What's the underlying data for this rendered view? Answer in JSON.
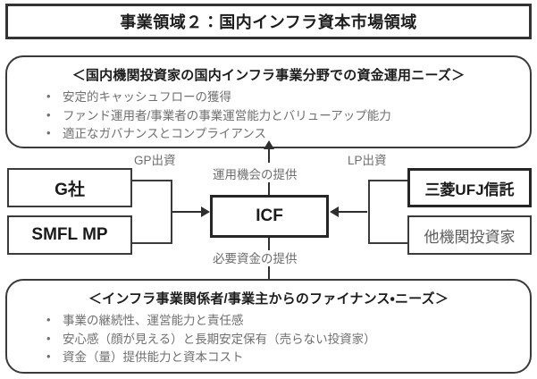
{
  "title": {
    "text": "事業領域２：国内インフラ資本市場領域"
  },
  "needs_top": {
    "heading": "＜国内機関投資家の国内インフラ事業分野での資金運用ニーズ＞",
    "items": [
      "安定的キャッシュフローの獲得",
      "ファンド運用者/事業者の事業運営能力とバリューアップ能力",
      "適正なガバナンスとコンプライアンス"
    ]
  },
  "needs_bottom": {
    "heading": "＜インフラ事業関係者/事業主からのファイナンス・ニーズ＞",
    "items": [
      "事業の継続性、運営能力と責任感",
      "安心感（顔が見える）と長期安定保有（売らない投資家）",
      "資金（量）提供能力と資本コスト"
    ]
  },
  "diagram": {
    "nodes": {
      "g_company": "G社",
      "smfl_mp": "SMFL MP",
      "icf": "ICF",
      "mufg_trust": "三菱UFJ信託",
      "other_investors": "他機関投資家"
    },
    "flow_labels": {
      "gp_investment": "GP出資",
      "lp_investment": "LP出資",
      "opportunity": "運用機会の提供",
      "funding": "必要資金の提供"
    }
  },
  "colors": {
    "border_dark": "#333333",
    "border_mid": "#3b3b3b",
    "text_dark": "#1d1d1d",
    "text_gray": "#6f6f6f",
    "background": "#ffffff"
  }
}
